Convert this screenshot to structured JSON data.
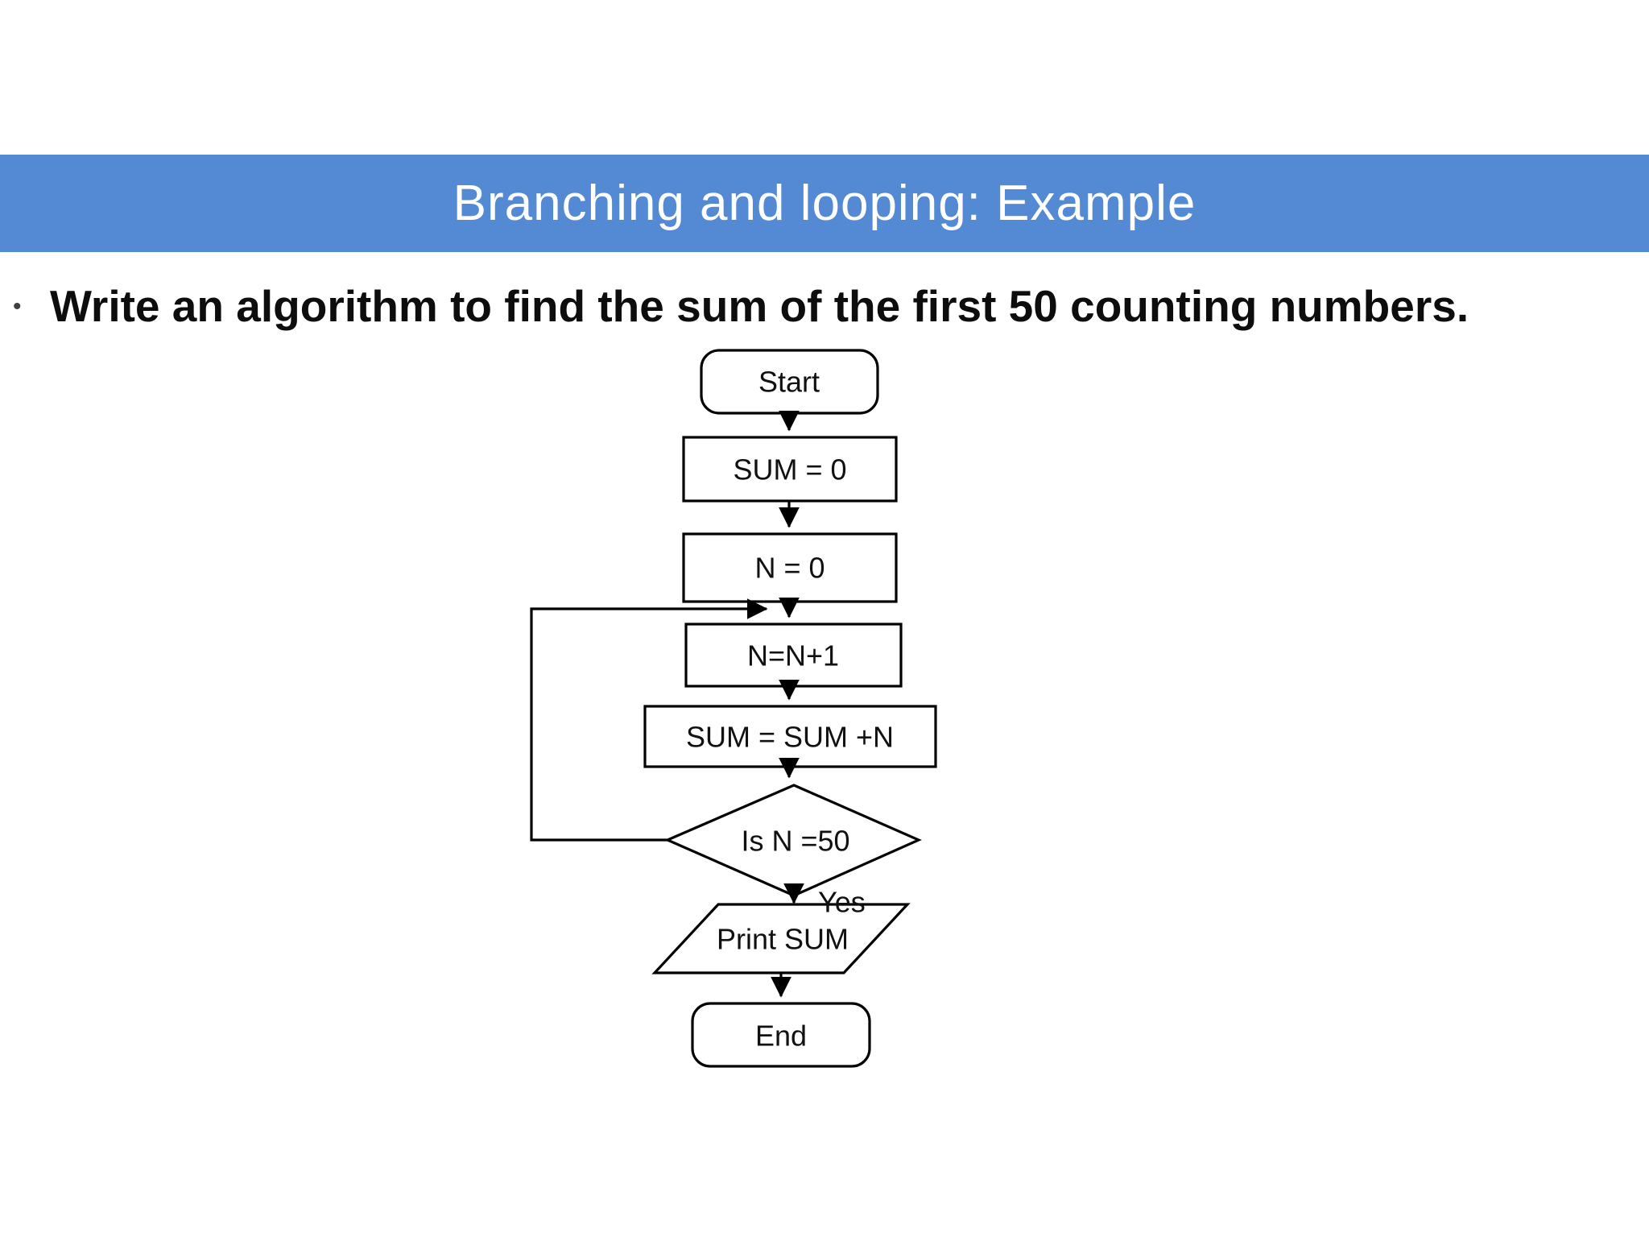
{
  "slide": {
    "title": "Branching and looping: Example",
    "bullet_marker": "•",
    "bullet_text": "Write an algorithm to find the sum of the first 50 counting numbers.",
    "colors": {
      "banner_background": "#548AD4",
      "banner_text": "#FFFFFF",
      "body_text": "#0D0D0D",
      "shape_stroke": "#000000",
      "background": "#FFFFFF"
    }
  },
  "flowchart": {
    "nodes": [
      {
        "id": "start",
        "type": "terminator",
        "label": "Start"
      },
      {
        "id": "sum-0",
        "type": "process",
        "label": "SUM = 0"
      },
      {
        "id": "n-0",
        "type": "process",
        "label": "N = 0"
      },
      {
        "id": "n-n-1",
        "type": "process",
        "label": "N=N+1"
      },
      {
        "id": "sum-sum-n",
        "type": "process",
        "label": "SUM = SUM +N"
      },
      {
        "id": "is-n-50",
        "type": "decision",
        "label": "Is N =50"
      },
      {
        "id": "print-sum",
        "type": "input-output",
        "label": "Print SUM"
      },
      {
        "id": "end",
        "type": "terminator",
        "label": "End"
      }
    ],
    "edges": [
      {
        "from": "start",
        "to": "sum-0",
        "label": ""
      },
      {
        "from": "sum-0",
        "to": "n-0",
        "label": ""
      },
      {
        "from": "n-0",
        "to": "n-n-1",
        "label": ""
      },
      {
        "from": "n-n-1",
        "to": "sum-sum-n",
        "label": ""
      },
      {
        "from": "sum-sum-n",
        "to": "is-n-50",
        "label": ""
      },
      {
        "from": "is-n-50",
        "to": "print-sum",
        "label": "Yes"
      },
      {
        "from": "is-n-50",
        "to": "n-n-1",
        "label": "",
        "type": "loop-back"
      },
      {
        "from": "print-sum",
        "to": "end",
        "label": ""
      }
    ]
  }
}
